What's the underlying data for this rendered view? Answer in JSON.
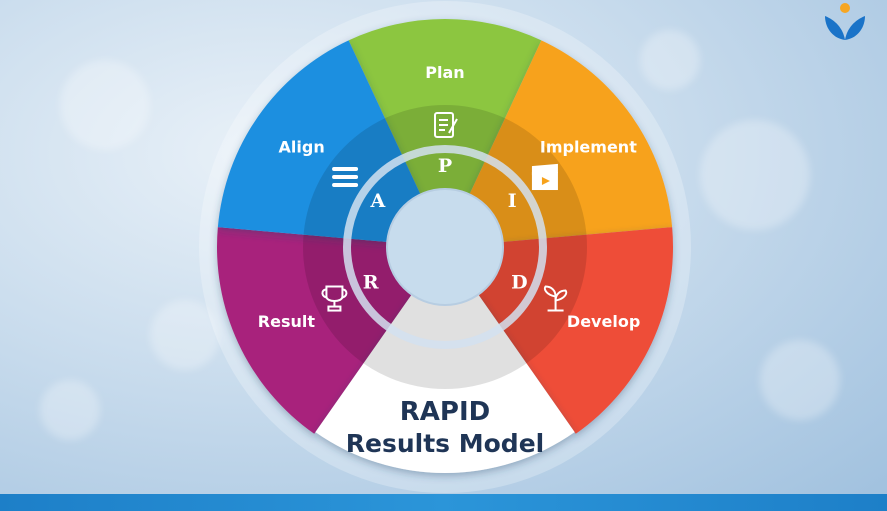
{
  "segments": [
    {
      "key": "plan",
      "label": "Plan",
      "letter": "P",
      "color": "#8cc63f",
      "icon": "document-pen-icon"
    },
    {
      "key": "implement",
      "label": "Implement",
      "letter": "I",
      "color": "#f7a21b",
      "icon": "clapperboard-icon"
    },
    {
      "key": "develop",
      "label": "Develop",
      "letter": "D",
      "color": "#ee4d38",
      "icon": "sprout-icon"
    },
    {
      "key": "result",
      "label": "Result",
      "letter": "R",
      "color": "#a8237b",
      "icon": "trophy-icon"
    },
    {
      "key": "align",
      "label": "Align",
      "letter": "A",
      "color": "#1f8fe0",
      "icon": "menu-icon"
    }
  ],
  "model": {
    "title_line1": "RAPID",
    "title_line2": "Results Model",
    "color": "#1f3556"
  },
  "brand": {
    "bar_color": "#2b95d9",
    "logo_icon": "leaf-drop-icon"
  }
}
